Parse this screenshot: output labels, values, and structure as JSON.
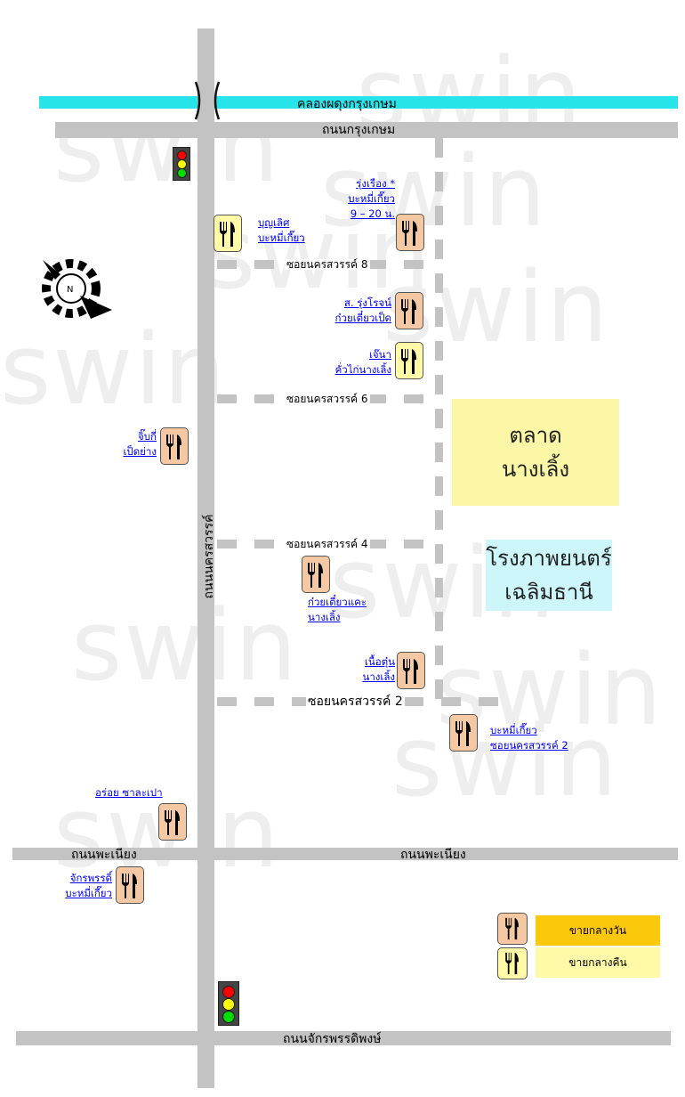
{
  "watermark": "swin",
  "river": {
    "name": "คลองผดุงกรุงเกษม"
  },
  "roads": {
    "krungkasem": "ถนนกรุงเกษม",
    "nakhonsawan": "ถนนนครสวรรค์",
    "phaniang_left": "ถนนพะเนียง",
    "phaniang_right": "ถนนพะเนียง",
    "chakkraphat": "ถนนจักรพรรดิพงษ์"
  },
  "sois": {
    "soi8": "ซอยนครสวรรค์ 8",
    "soi6": "ซอยนครสวรรค์ 6",
    "soi4": "ซอยนครสวรรค์ 4",
    "soi2": "ซอยนครสวรรค์ 2"
  },
  "places": {
    "market": {
      "line1": "ตลาด",
      "line2": "นางเลิ้ง",
      "color": "#fbf7a6"
    },
    "cinema": {
      "line1": "โรงภาพยนตร์",
      "line2": "เฉลิมธานี",
      "color": "#cdf6fb"
    }
  },
  "restaurants": {
    "rungrueang": {
      "line1": "รุ่งเรือง *",
      "line2": "บะหมี่เกี๊ยว",
      "line3": "9 – 20 น.",
      "icon": "fork-knife-icon"
    },
    "boonlert": {
      "line1": "บุญเลิศ",
      "line2": "บะหมี่เกี๊ยว",
      "icon": "fork-knife-icon"
    },
    "sorrungroj": {
      "line1": "ส. รุ่งโรจน์",
      "line2": "ก๋วยเตี๋ยวเป็ด",
      "icon": "fork-knife-icon"
    },
    "jenna": {
      "line1": "เจ๊นา",
      "line2": "คั่วไก่นางเลิ้ง",
      "icon": "fork-knife-icon"
    },
    "jibki": {
      "line1": "จิ๊บกี่",
      "line2": "เป็ดย่าง",
      "icon": "fork-knife-icon"
    },
    "kuaytiewkae": {
      "line1": "ก๋วยเตี๋ยวแคะ",
      "line2": "นางเลิ้ง",
      "icon": "fork-knife-icon"
    },
    "neuatun": {
      "line1": "เนื้อตุ๋น",
      "line2": "นางเลิ้ง",
      "icon": "fork-knife-icon"
    },
    "bamee_soi2": {
      "line1": "บะหมี่เกี๊ยว",
      "line2": "ซอยนครสวรรค์ 2",
      "icon": "fork-knife-icon"
    },
    "aroi_salapao": {
      "line1": "อร่อย ซาละเปา",
      "icon": "fork-knife-icon"
    },
    "chakkraphat": {
      "line1": "จักรพรรดิ์",
      "line2": "บะหมี่เกี๊ยว",
      "icon": "fork-knife-icon"
    }
  },
  "legend": {
    "day": {
      "label": "ขายกลางวัน",
      "color": "#fcc80c",
      "icon_color": "#f4c8a2"
    },
    "night": {
      "label": "ขายกลางคืน",
      "color": "#fff9a8",
      "icon_color": "#fff9a8"
    }
  },
  "compass": {
    "letter": "N",
    "icon": "compass-icon"
  },
  "traffic_light": {
    "icon": "traffic-light-icon",
    "colors": [
      "#ff0000",
      "#ffff00",
      "#00dd00"
    ]
  }
}
